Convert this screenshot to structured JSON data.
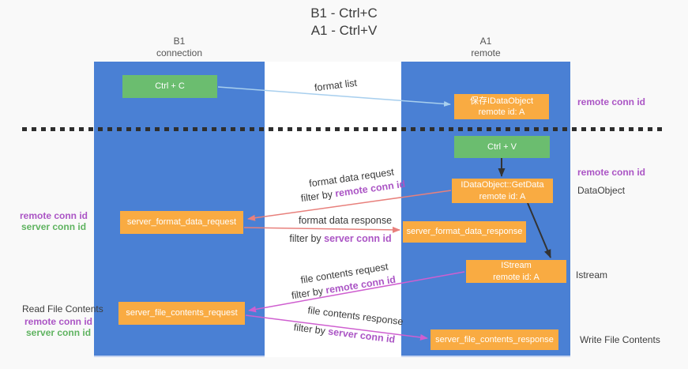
{
  "title": {
    "line1": "B1 - Ctrl+C",
    "line2": "A1 - Ctrl+V"
  },
  "lanes": {
    "left": {
      "name": "B1",
      "role": "connection"
    },
    "right": {
      "name": "A1",
      "role": "remote"
    }
  },
  "boxes": {
    "ctrl_c": {
      "label": "Ctrl + C"
    },
    "save_dataobject": {
      "line1": "保存IDataObject",
      "line2": "remote id: A"
    },
    "ctrl_v": {
      "label": "Ctrl + V"
    },
    "getdata": {
      "line1": "IDataObject::GetData",
      "line2": "remote id: A"
    },
    "format_request": {
      "label": "server_format_data_request"
    },
    "format_response": {
      "label": "server_format_data_response"
    },
    "istream": {
      "line1": "IStream",
      "line2": "remote id: A"
    },
    "file_request": {
      "label": "server_file_contents_request"
    },
    "file_response": {
      "label": "server_file_contents_response"
    }
  },
  "flow_labels": {
    "format_list": "format list",
    "format_request": "format data request",
    "format_request_filter": {
      "prefix": "filter by ",
      "keyword": "remote conn id"
    },
    "format_response": "format data response",
    "format_response_filter": {
      "prefix": "filter by ",
      "keyword": "server conn id"
    },
    "file_request": "file contents request",
    "file_request_filter": {
      "prefix": "filter by ",
      "keyword": "remote conn id"
    },
    "file_response": "file contents response",
    "file_response_filter": {
      "prefix": "filter by ",
      "keyword": "server conn id"
    }
  },
  "side_labels": {
    "remote_conn_id_top_right": "remote conn id",
    "remote_conn_id_mid_right": "remote conn id",
    "dataobject": "DataObject",
    "istream": "Istream",
    "write_file_contents": "Write File Contents",
    "remote_conn_id_left_1": "remote conn id",
    "server_conn_id_left_1": "server conn id",
    "read_file_contents": "Read File Contents",
    "remote_conn_id_left_2": "remote conn id",
    "server_conn_id_left_2": "server conn id"
  },
  "colors": {
    "lane_blue": "#4a80d4",
    "box_green": "#6bbd6f",
    "box_orange": "#f9ab42",
    "arrow_light_blue": "#a8cfee",
    "arrow_salmon": "#e8807c",
    "arrow_magenta": "#cf5fd0",
    "arrow_black": "#333333",
    "text_purple": "#ab55c5",
    "text_green": "#5fb360",
    "divider_black": "#2e2e2e"
  }
}
